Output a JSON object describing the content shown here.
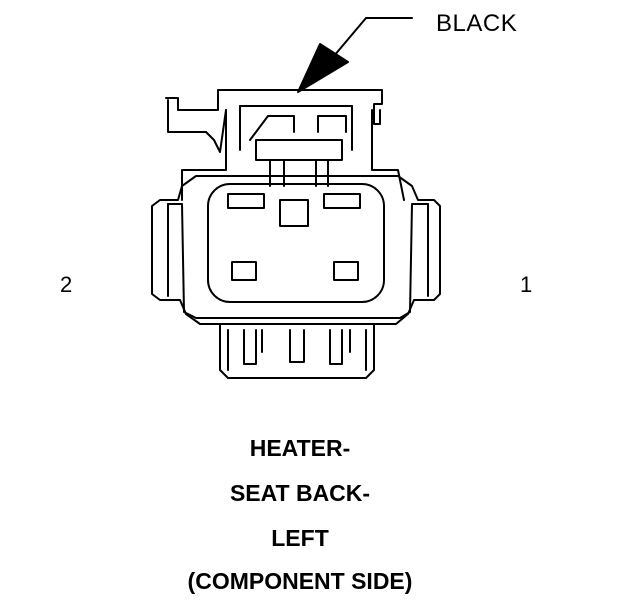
{
  "diagram": {
    "callout": {
      "text": "BLACK",
      "color_stroke": "#000000"
    },
    "pins": {
      "left_label": "2",
      "right_label": "1"
    },
    "caption": {
      "line1": "HEATER-",
      "line2": "SEAT BACK-",
      "line3": "LEFT",
      "line4": "(COMPONENT SIDE)"
    }
  }
}
